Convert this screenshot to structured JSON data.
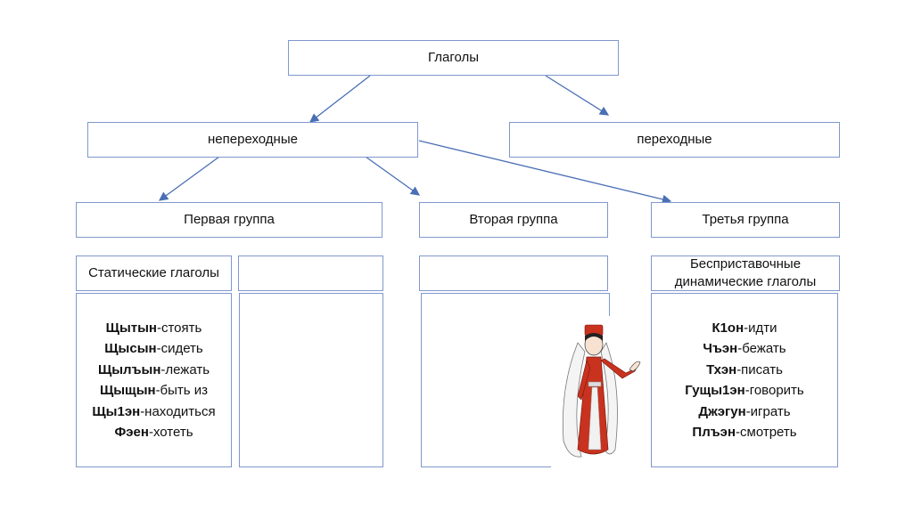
{
  "diagram": {
    "root": "Глаголы",
    "level1": [
      "непереходные",
      "переходные"
    ],
    "groups": [
      "Первая группа",
      "Вторая группа",
      "Третья группа"
    ],
    "subheaders": {
      "first": "Статические глаголы",
      "second": "",
      "third_empty": "",
      "fourth": "Бесприставочные динамические глаголы"
    },
    "first_group_verbs": [
      {
        "word": "Щытын",
        "meaning": "-стоять"
      },
      {
        "word": "Щысын",
        "meaning": "-сидеть"
      },
      {
        "word": "Щылъын",
        "meaning": "-лежать"
      },
      {
        "word": "Щыщын",
        "meaning": "-быть из"
      },
      {
        "word": "Щы1эн",
        "meaning": "-находиться"
      },
      {
        "word": "Фэен",
        "meaning": "-хотеть"
      }
    ],
    "third_group_verbs": [
      {
        "word": "К1он",
        "meaning": "-идти"
      },
      {
        "word": "Чъэн",
        "meaning": "-бежать"
      },
      {
        "word": "Тхэн",
        "meaning": "-писать"
      },
      {
        "word": "Гущы1эн",
        "meaning": "-говорить"
      },
      {
        "word": "Джэгун",
        "meaning": "-играть"
      },
      {
        "word": "Плъэн",
        "meaning": "-смотреть"
      }
    ],
    "illustration": "girl in traditional red dress",
    "colors": {
      "border": "#7f98cc",
      "arrow": "#4a6fb5",
      "dress": "#c8321e"
    }
  }
}
